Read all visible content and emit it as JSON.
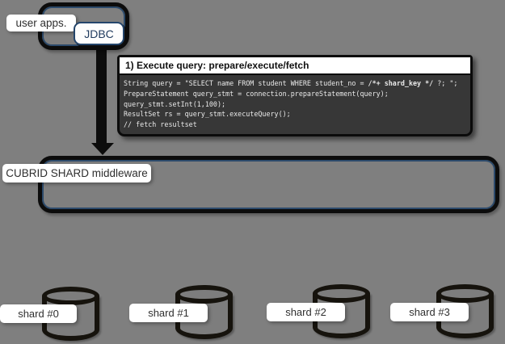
{
  "colors": {
    "background": "#7f7f7f",
    "outline_black": "#0c0c0c",
    "accent_blue": "#2c4a6b",
    "code_background": "#373737",
    "code_text": "#e9e9e9",
    "label_background": "#ffffff",
    "label_text": "#2f2f2f"
  },
  "user_apps_box": {
    "label": "user apps."
  },
  "jdbc_box": {
    "label": "JDBC"
  },
  "code_block": {
    "title": "1) Execute query: prepare/execute/fetch",
    "line1_prefix": "String query = \"SELECT name FROM student WHERE student_no = ",
    "line1_bold": "/*+ shard_key */",
    "line1_suffix": " ?; \";",
    "line2": "PrepareStatement query_stmt = connection.prepareStatement(query);",
    "line3": "query_stmt.setInt(1,100);",
    "line4": "ResultSet rs = query_stmt.executeQuery();",
    "line5": "// fetch resultset"
  },
  "middleware": {
    "label": "CUBRID SHARD middleware"
  },
  "shards": [
    {
      "label": "shard #0"
    },
    {
      "label": "shard #1"
    },
    {
      "label": "shard #2"
    },
    {
      "label": "shard #3"
    }
  ]
}
